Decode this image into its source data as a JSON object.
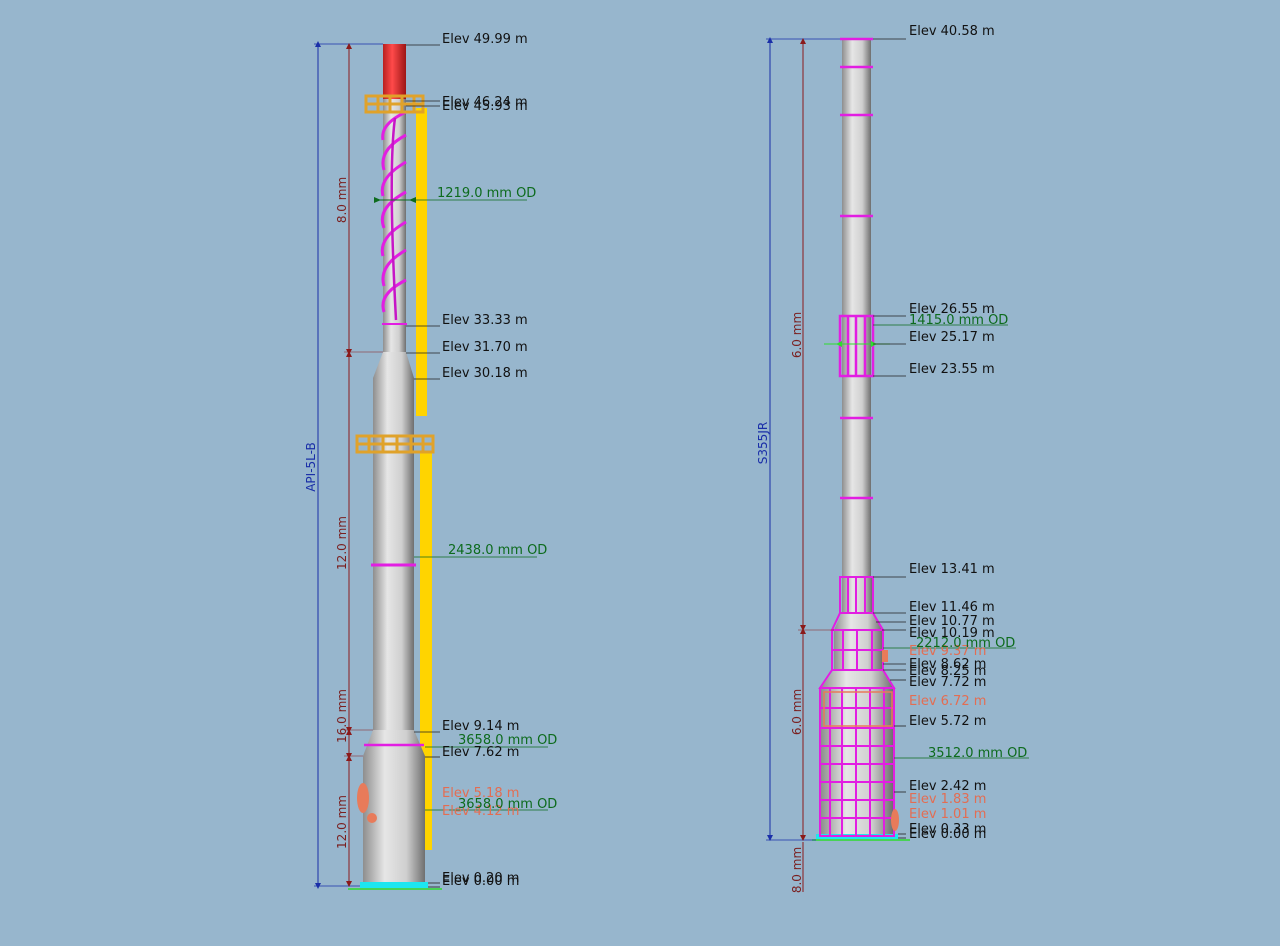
{
  "colors": {
    "background": "#97b6cd",
    "shell": "#c9c9c9",
    "magenta": "#e21ee2",
    "yellow": "#ffd400",
    "platform": "#e0a22a",
    "red": "#e23030",
    "orange": "#e87b5a",
    "cyan": "#1de6f0",
    "green_text": "#0d6b1d",
    "dim_red": "#8b1a1a",
    "dim_blue": "#1a2fa8"
  },
  "left_tower": {
    "material_label": "API-5L-B",
    "elevations": [
      {
        "text": "Elev 49.99 m",
        "style": "elev"
      },
      {
        "text": "Elev 46.24 m",
        "style": "elev"
      },
      {
        "text": "Elev 45.93 m",
        "style": "elev"
      },
      {
        "text": "Elev 33.33 m",
        "style": "elev"
      },
      {
        "text": "Elev 31.70 m",
        "style": "elev"
      },
      {
        "text": "Elev 30.18 m",
        "style": "elev"
      },
      {
        "text": "Elev 9.14 m",
        "style": "elev"
      },
      {
        "text": "Elev 7.62 m",
        "style": "elev"
      },
      {
        "text": "Elev 5.18 m",
        "style": "orange"
      },
      {
        "text": "Elev 4.12 m",
        "style": "orange"
      },
      {
        "text": "Elev 0.20 m",
        "style": "elev"
      },
      {
        "text": "Elev 0.00 m",
        "style": "elev"
      }
    ],
    "diameters": [
      {
        "text": "1219.0 mm OD"
      },
      {
        "text": "2438.0 mm OD"
      },
      {
        "text": "3658.0 mm OD"
      },
      {
        "text": "3658.0 mm OD"
      }
    ],
    "dimensions": [
      {
        "text": "8.0 mm"
      },
      {
        "text": "12.0 mm"
      },
      {
        "text": "16.0 mm"
      },
      {
        "text": "12.0 mm"
      }
    ]
  },
  "right_tower": {
    "material_label": "S355JR",
    "elevations": [
      {
        "text": "Elev 40.58 m",
        "style": "elev"
      },
      {
        "text": "Elev 26.55 m",
        "style": "elev"
      },
      {
        "text": "Elev 25.17 m",
        "style": "elev"
      },
      {
        "text": "Elev 23.55 m",
        "style": "elev"
      },
      {
        "text": "Elev 13.41 m",
        "style": "elev"
      },
      {
        "text": "Elev 11.46 m",
        "style": "elev"
      },
      {
        "text": "Elev 10.77 m",
        "style": "elev"
      },
      {
        "text": "Elev 10.19 m",
        "style": "elev"
      },
      {
        "text": "Elev 9.37 m",
        "style": "orange"
      },
      {
        "text": "Elev 8.62 m",
        "style": "elev"
      },
      {
        "text": "Elev 8.25 m",
        "style": "elev"
      },
      {
        "text": "Elev 7.72 m",
        "style": "elev"
      },
      {
        "text": "Elev 6.72 m",
        "style": "orange"
      },
      {
        "text": "Elev 5.72 m",
        "style": "elev"
      },
      {
        "text": "Elev 2.42 m",
        "style": "elev"
      },
      {
        "text": "Elev 1.83 m",
        "style": "orange"
      },
      {
        "text": "Elev 1.01 m",
        "style": "orange"
      },
      {
        "text": "Elev 0.33 m",
        "style": "elev"
      },
      {
        "text": "Elev 0.00 m",
        "style": "elev"
      }
    ],
    "diameters": [
      {
        "text": "1415.0 mm OD"
      },
      {
        "text": "2212.0 mm OD"
      },
      {
        "text": "3512.0 mm OD"
      }
    ],
    "dimensions": [
      {
        "text": "6.0 mm"
      },
      {
        "text": "6.0 mm"
      },
      {
        "text": "8.0 mm"
      }
    ]
  }
}
